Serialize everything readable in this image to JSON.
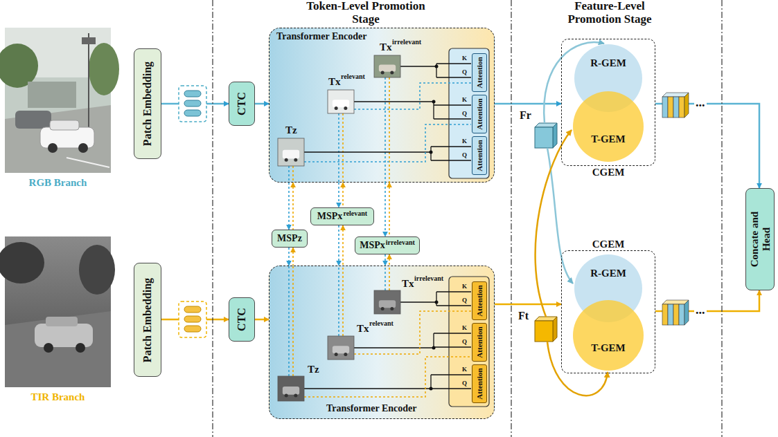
{
  "diagram": {
    "nodes": [
      {
        "text": [
          "Patch Embedding"
        ]
      },
      {
        "text": [
          "CTC"
        ]
      },
      {
        "text": [
          "Transformer Encoder"
        ]
      },
      {
        "text": [
          "Attention"
        ],
        "in": 2
      },
      {
        "text": [
          "Attention"
        ],
        "in": 2
      },
      {
        "text": [
          "Attention"
        ],
        "in": 2
      },
      {
        "text": [
          "MSPx",
          "relevant"
        ]
      },
      {
        "text": [
          "MSPz"
        ]
      },
      {
        "text": [
          "MSPx",
          "irrelevant"
        ]
      },
      {
        "text": [
          "Patch Embedding"
        ]
      },
      {
        "text": [
          "CTC"
        ]
      },
      {
        "text": [
          "Transformer Encoder"
        ]
      },
      {
        "text": [
          "Attention"
        ],
        "in": 11
      },
      {
        "text": [
          "Attention"
        ],
        "in": 11
      },
      {
        "text": [
          "Attention"
        ],
        "in": 11
      },
      {
        "text": [
          "CGEM"
        ]
      },
      {
        "text": [
          "R-GEM"
        ],
        "in": 15
      },
      {
        "text": [
          "T-GEM"
        ],
        "in": 15
      },
      {
        "text": [
          "CGEM"
        ]
      },
      {
        "text": [
          "R-GEM"
        ],
        "in": 18
      },
      {
        "text": [
          "T-GEM"
        ],
        "in": 18
      },
      {
        "text": [
          "Concate and Head"
        ]
      }
    ],
    "edges": [
      {
        "from": 0,
        "to": 1,
        "arrow": "to"
      },
      {
        "from": 1,
        "to": 2,
        "arrow": "to"
      },
      {
        "from": 9,
        "to": 10,
        "arrow": "to"
      },
      {
        "from": 10,
        "to": 11,
        "arrow": "to"
      },
      {
        "from": 2,
        "to": 7,
        "arrow": "both"
      },
      {
        "from": 7,
        "to": 11,
        "arrow": "both"
      },
      {
        "from": 2,
        "to": 6,
        "arrow": "both"
      },
      {
        "from": 6,
        "to": 11,
        "arrow": "both"
      },
      {
        "from": 2,
        "to": 8,
        "arrow": "both"
      },
      {
        "from": 8,
        "to": 11,
        "arrow": "both"
      },
      {
        "from": 2,
        "to": 15,
        "arrow": "to"
      },
      {
        "from": 11,
        "to": 18,
        "arrow": "to"
      },
      {
        "from": 15,
        "to": 21,
        "arrow": "to"
      },
      {
        "from": 18,
        "to": 21,
        "arrow": "to"
      }
    ],
    "labels": [
      "Token-Level Promotion Stage",
      "Feature-Level Promotion Stage",
      "RGB Branch",
      "TIR Branch",
      "Tx",
      "irrelevant",
      "Tx",
      "relevant",
      "Tz",
      "K",
      "Q",
      "K",
      "Q",
      "K",
      "Q",
      "Tx",
      "irrelevant",
      "Tx",
      "relevant",
      "Tz",
      "K",
      "Q",
      "K",
      "Q",
      "K",
      "Q",
      "Fr",
      "Ft",
      "...",
      "..."
    ]
  }
}
